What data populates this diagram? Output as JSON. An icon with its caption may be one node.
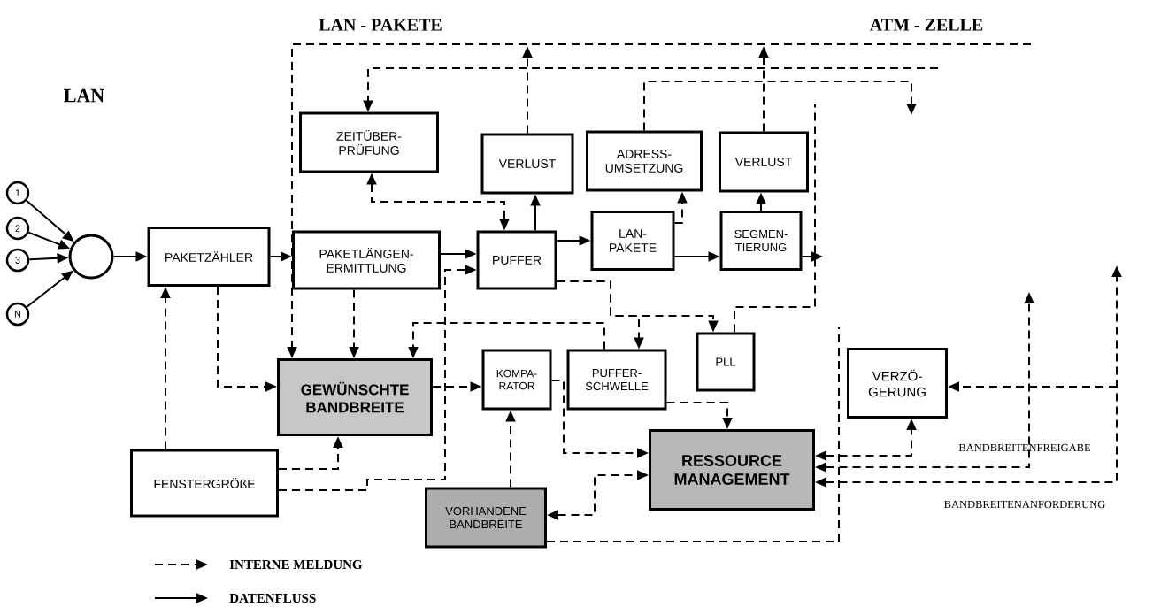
{
  "diagram": {
    "title": "LAN",
    "nodes": [
      {
        "text": [
          "1"
        ]
      },
      {
        "text": [
          "2"
        ]
      },
      {
        "text": [
          "3"
        ]
      },
      {
        "text": [
          "N"
        ]
      },
      {
        "text": [],
        "shape": "circle"
      },
      {
        "text": [
          "PAKETZÄHLER"
        ]
      },
      {
        "text": [
          "ZEITÜBER- PRÜFUNG"
        ]
      },
      {
        "text": [
          "PAKETLÄNGEN- ERMITTLUNG"
        ]
      },
      {
        "text": [
          "VERLUST"
        ]
      },
      {
        "text": [
          "PUFFER"
        ]
      },
      {
        "text": [
          "ADRESS- UMSETZUNG"
        ]
      },
      {
        "text": [
          "LAN- PAKETE"
        ]
      },
      {
        "text": [
          "VERLUST"
        ]
      },
      {
        "text": [
          "SEGMEN- TIERUNG"
        ]
      },
      {
        "text": [
          "GEWÜNSCHTE BANDBREITE"
        ]
      },
      {
        "text": [
          "KOMPA- RATOR"
        ]
      },
      {
        "text": [
          "PUFFER- SCHWELLE"
        ]
      },
      {
        "text": [
          "PLL"
        ]
      },
      {
        "text": [
          "VERZÖ- GERUNG"
        ]
      },
      {
        "text": [
          "FENSTERGRÖßE"
        ]
      },
      {
        "text": [
          "RESSOURCE MANAGEMENT"
        ]
      },
      {
        "text": [
          "VORHANDENE BANDBREITE"
        ]
      }
    ],
    "edges": [
      {
        "from": 0,
        "to": 4,
        "arrow": "to"
      },
      {
        "from": 1,
        "to": 4,
        "arrow": "to"
      },
      {
        "from": 2,
        "to": 4,
        "arrow": "to"
      },
      {
        "from": 3,
        "to": 4,
        "arrow": "to"
      },
      {
        "from": 4,
        "to": 5,
        "arrow": "to"
      },
      {
        "from": 5,
        "to": 7,
        "arrow": "to"
      },
      {
        "from": 7,
        "to": 9,
        "arrow": "to"
      },
      {
        "from": 9,
        "to": 8,
        "arrow": "to"
      },
      {
        "from": 9,
        "to": 11,
        "arrow": "to"
      },
      {
        "from": 11,
        "to": 13,
        "arrow": "to"
      },
      {
        "from": 13,
        "to": 12,
        "arrow": "to"
      },
      {
        "from": 13,
        "to": null,
        "arrow": "to"
      },
      {
        "from": 11,
        "to": 10,
        "arrow": "to",
        "style": "dashed"
      },
      {
        "from": 5,
        "to": 14,
        "arrow": "to",
        "style": "dashed"
      },
      {
        "from": 7,
        "to": 14,
        "arrow": "to",
        "style": "dashed"
      },
      {
        "from": 19,
        "to": 5,
        "arrow": "to",
        "style": "dashed"
      },
      {
        "from": 19,
        "to": 14,
        "arrow": "to",
        "style": "dashed"
      },
      {
        "from": 19,
        "to": 9,
        "arrow": "to",
        "style": "dashed"
      },
      {
        "from": 14,
        "to": 15,
        "arrow": "to",
        "style": "dashed"
      },
      {
        "from": 21,
        "to": 15,
        "arrow": "to",
        "style": "dashed"
      },
      {
        "from": 15,
        "to": 20,
        "arrow": "to",
        "style": "dashed"
      },
      {
        "from": 16,
        "to": 20,
        "arrow": "to",
        "style": "dashed"
      },
      {
        "from": 21,
        "to": 20,
        "arrow": "both",
        "style": "dashed"
      },
      {
        "from": 9,
        "to": 16,
        "arrow": "to",
        "style": "dashed"
      },
      {
        "from": 9,
        "to": 17,
        "arrow": "to",
        "style": "dashed"
      },
      {
        "from": 6,
        "to": 9,
        "arrow": "both",
        "style": "dashed"
      },
      {
        "from": null,
        "to": 6,
        "arrow": "to",
        "style": "dashed"
      },
      {
        "from": null,
        "to": 14,
        "arrow": "to",
        "style": "dashed"
      },
      {
        "from": 8,
        "to": null,
        "arrow": "to",
        "style": "dashed"
      },
      {
        "from": 12,
        "to": null,
        "arrow": "to",
        "style": "dashed"
      },
      {
        "from": 10,
        "to": null,
        "arrow": "to",
        "style": "dashed"
      },
      {
        "from": 16,
        "to": 14,
        "arrow": "to",
        "style": "dashed"
      },
      {
        "from": 17,
        "to": null,
        "arrow": "none",
        "style": "dashed"
      },
      {
        "from": 21,
        "to": null,
        "arrow": "none",
        "style": "dashed"
      },
      {
        "from": 20,
        "to": 18,
        "arrow": "both",
        "style": "dashed"
      },
      {
        "from": 20,
        "to": null,
        "arrow": "both",
        "style": "dashed"
      },
      {
        "from": 20,
        "to": null,
        "arrow": "both",
        "style": "dashed"
      },
      {
        "from": null,
        "to": 18,
        "arrow": "to",
        "style": "dashed"
      }
    ],
    "labels": [
      "LAN - PAKETE",
      "ATM - ZELLE",
      "BANDBREITENFREIGABE",
      "BANDBREITENANFORDERUNG"
    ],
    "legend": [
      {
        "text": "INTERNE MELDUNG"
      },
      {
        "text": "DATENFLUSS"
      }
    ]
  }
}
